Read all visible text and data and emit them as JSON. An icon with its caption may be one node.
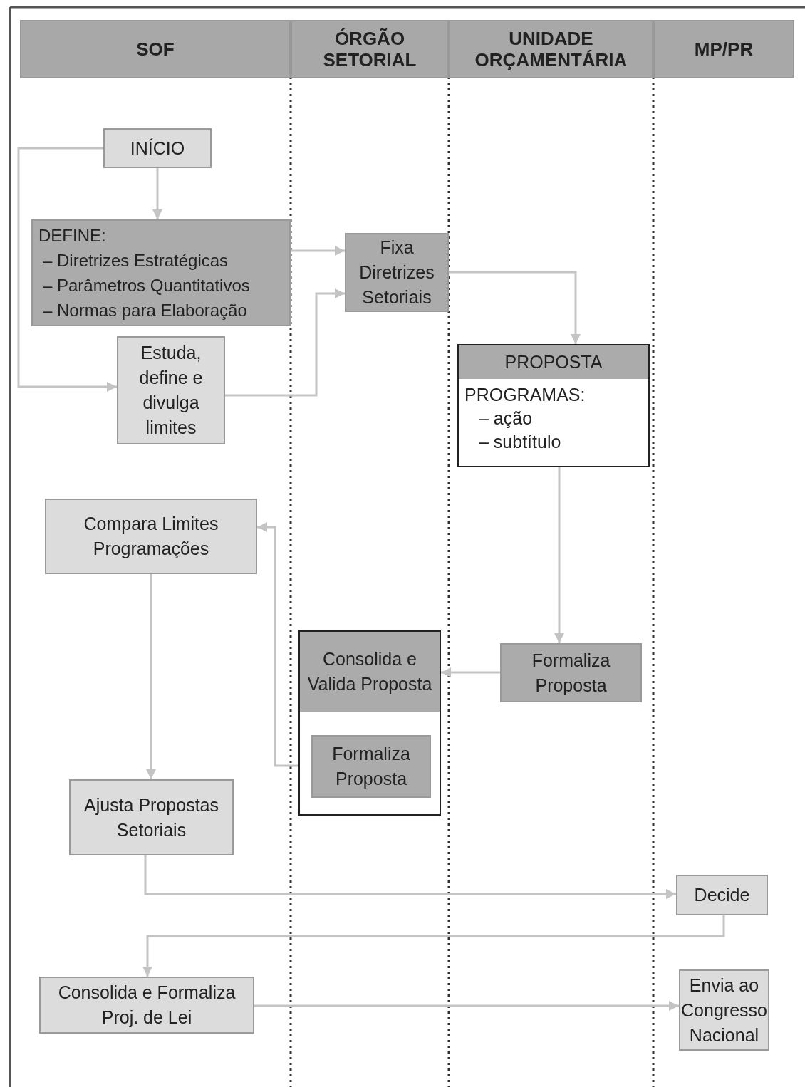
{
  "diagram": {
    "nodes": [
      {
        "text": [
          "SOF"
        ]
      },
      {
        "text": [
          "ÓRGÃO SETORIAL"
        ]
      },
      {
        "text": [
          "UNIDADE ORÇAMENTÁRIA"
        ]
      },
      {
        "text": [
          "MP/PR"
        ]
      },
      {
        "text": [
          "INÍCIO"
        ]
      },
      {
        "text": [
          "DEFINE:",
          "– Diretrizes Estratégicas",
          "– Parâmetros Quantitativos",
          "– Normas para Elaboração"
        ]
      },
      {
        "text": [
          "Estuda, define e divulga limites"
        ]
      },
      {
        "text": [
          "Fixa Diretrizes Setoriais"
        ]
      },
      {
        "text": [
          "PROPOSTA",
          "PROGRAMAS:",
          "– ação",
          "– subtítulo"
        ]
      },
      {
        "text": [
          "Compara Limites Programações"
        ]
      },
      {
        "text": [
          "Consolida e Valida Proposta"
        ]
      },
      {
        "text": [
          "Formaliza Proposta"
        ],
        "in": 10
      },
      {
        "text": [
          "Formaliza Proposta"
        ]
      },
      {
        "text": [
          "Ajusta Propostas Setoriais"
        ]
      },
      {
        "text": [
          "Decide"
        ]
      },
      {
        "text": [
          "Consolida e Formaliza Proj. de Lei"
        ]
      },
      {
        "text": [
          "Envia ao Congresso Nacional"
        ]
      }
    ],
    "edges": [
      {
        "from": 4,
        "to": 5,
        "arrow": "to"
      },
      {
        "from": 4,
        "to": 6,
        "arrow": "to"
      },
      {
        "from": 5,
        "to": 7,
        "arrow": "to"
      },
      {
        "from": 6,
        "to": 7,
        "arrow": "to"
      },
      {
        "from": 7,
        "to": 8,
        "arrow": "to"
      },
      {
        "from": 8,
        "to": 12,
        "arrow": "to"
      },
      {
        "from": 12,
        "to": 10,
        "arrow": "to"
      },
      {
        "from": 11,
        "to": 9,
        "arrow": "to"
      },
      {
        "from": 9,
        "to": 13,
        "arrow": "to"
      },
      {
        "from": 13,
        "to": 14,
        "arrow": "to"
      },
      {
        "from": 14,
        "to": 15,
        "arrow": "to"
      },
      {
        "from": 15,
        "to": 16,
        "arrow": "to"
      }
    ]
  }
}
